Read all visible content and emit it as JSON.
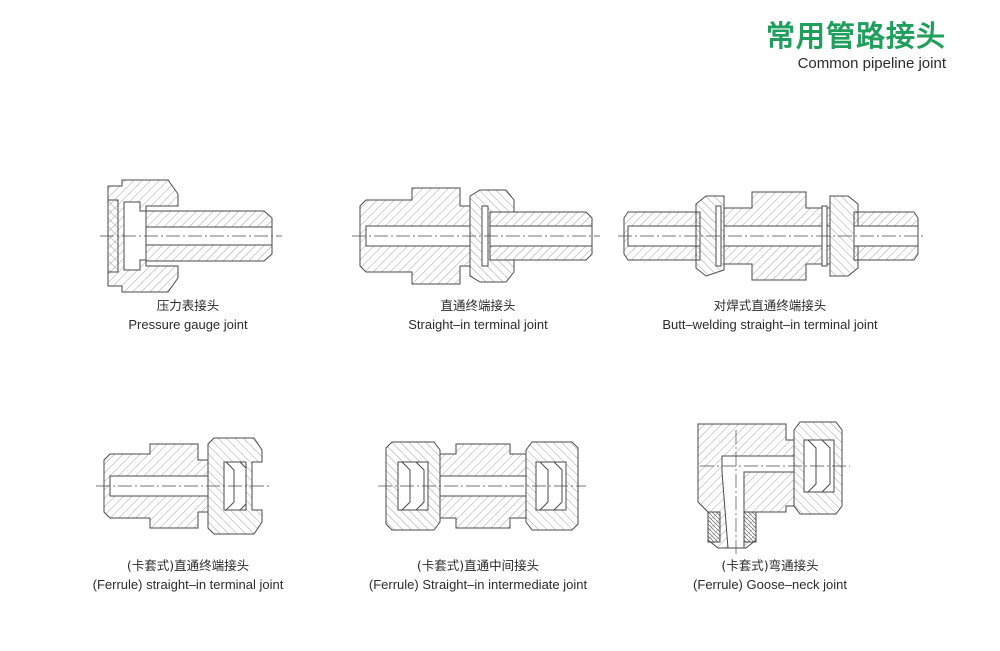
{
  "header": {
    "title_cn": "常用管路接头",
    "title_en": "Common pipeline joint"
  },
  "colors": {
    "accent": "#1f9e5c",
    "line": "#4a4a4a",
    "hatch": "#8a8a8a",
    "text": "#2b2b2b"
  },
  "joints": [
    {
      "name_cn": "压力表接头",
      "name_en": "Pressure gauge joint"
    },
    {
      "name_cn": "直通终端接头",
      "name_en": "Straight–in terminal joint"
    },
    {
      "name_cn": "对焊式直通终端接头",
      "name_en": "Butt–welding straight–in terminal joint"
    },
    {
      "name_cn": "(卡套式)直通终端接头",
      "name_en": "(Ferrule)  straight–in terminal joint"
    },
    {
      "name_cn": "(卡套式)直通中间接头",
      "name_en": "(Ferrule) Straight–in intermediate joint"
    },
    {
      "name_cn": "(卡套式)弯通接头",
      "name_en": "(Ferrule) Goose–neck joint"
    }
  ]
}
